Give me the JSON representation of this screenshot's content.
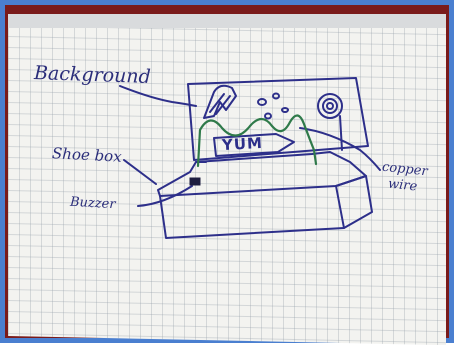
{
  "labels": {
    "background": "Background",
    "shoe_box": "Shoe box",
    "buzzer": "Buzzer",
    "copper_wire_line1": "copper",
    "copper_wire_line2": "wire",
    "sign_text": "YUM"
  },
  "colors": {
    "ink_blue": "#2d2f8a",
    "ink_green": "#2f7a4a",
    "paper": "#f3f3f0",
    "grid": "#a0a8b0",
    "frame": "#4a7fd0",
    "background_edge": "#7a1b1b"
  }
}
